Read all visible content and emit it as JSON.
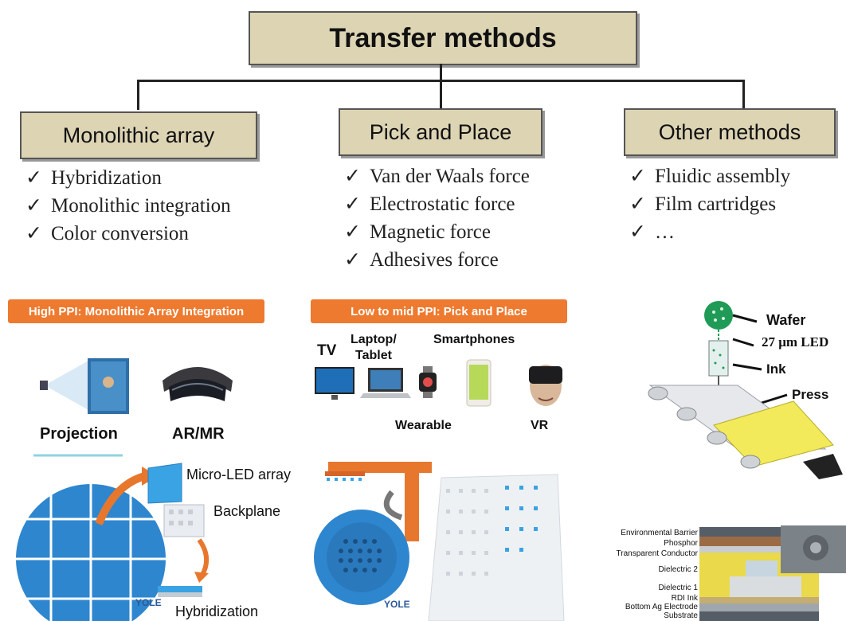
{
  "title": "Transfer methods",
  "categories": [
    {
      "label": "Monolithic array",
      "items": [
        "Hybridization",
        "Monolithic integration",
        "Color conversion"
      ]
    },
    {
      "label": "Pick and Place",
      "items": [
        "Van der Waals force",
        "Electrostatic force",
        "Magnetic force",
        "Adhesives force"
      ]
    },
    {
      "label": "Other methods",
      "items": [
        "Fluidic assembly",
        "Film cartridges",
        "…"
      ]
    }
  ],
  "check": "✓",
  "panel1": {
    "banner": "High PPI: Monolithic Array Integration",
    "projection": "Projection",
    "armr": "AR/MR",
    "microled": "Micro-LED array",
    "backplane": "Backplane",
    "hybridization": "Hybridization",
    "yole": "YOLE"
  },
  "panel2": {
    "banner": "Low to mid PPI: Pick and Place",
    "tv": "TV",
    "laptop": "Laptop/",
    "tablet": "Tablet",
    "smartphones": "Smartphones",
    "wearable": "Wearable",
    "vr": "VR",
    "yole": "YOLE"
  },
  "panel3": {
    "wafer": "Wafer",
    "led": "27 μm LED",
    "ink": "Ink",
    "press": "Press",
    "layers": [
      "Environmental Barrier",
      "Phosphor",
      "Transparent Conductor",
      "Dielectric 2",
      "Dielectric 1",
      "RDI Ink",
      "Bottom Ag Electrode",
      "Substrate"
    ]
  }
}
